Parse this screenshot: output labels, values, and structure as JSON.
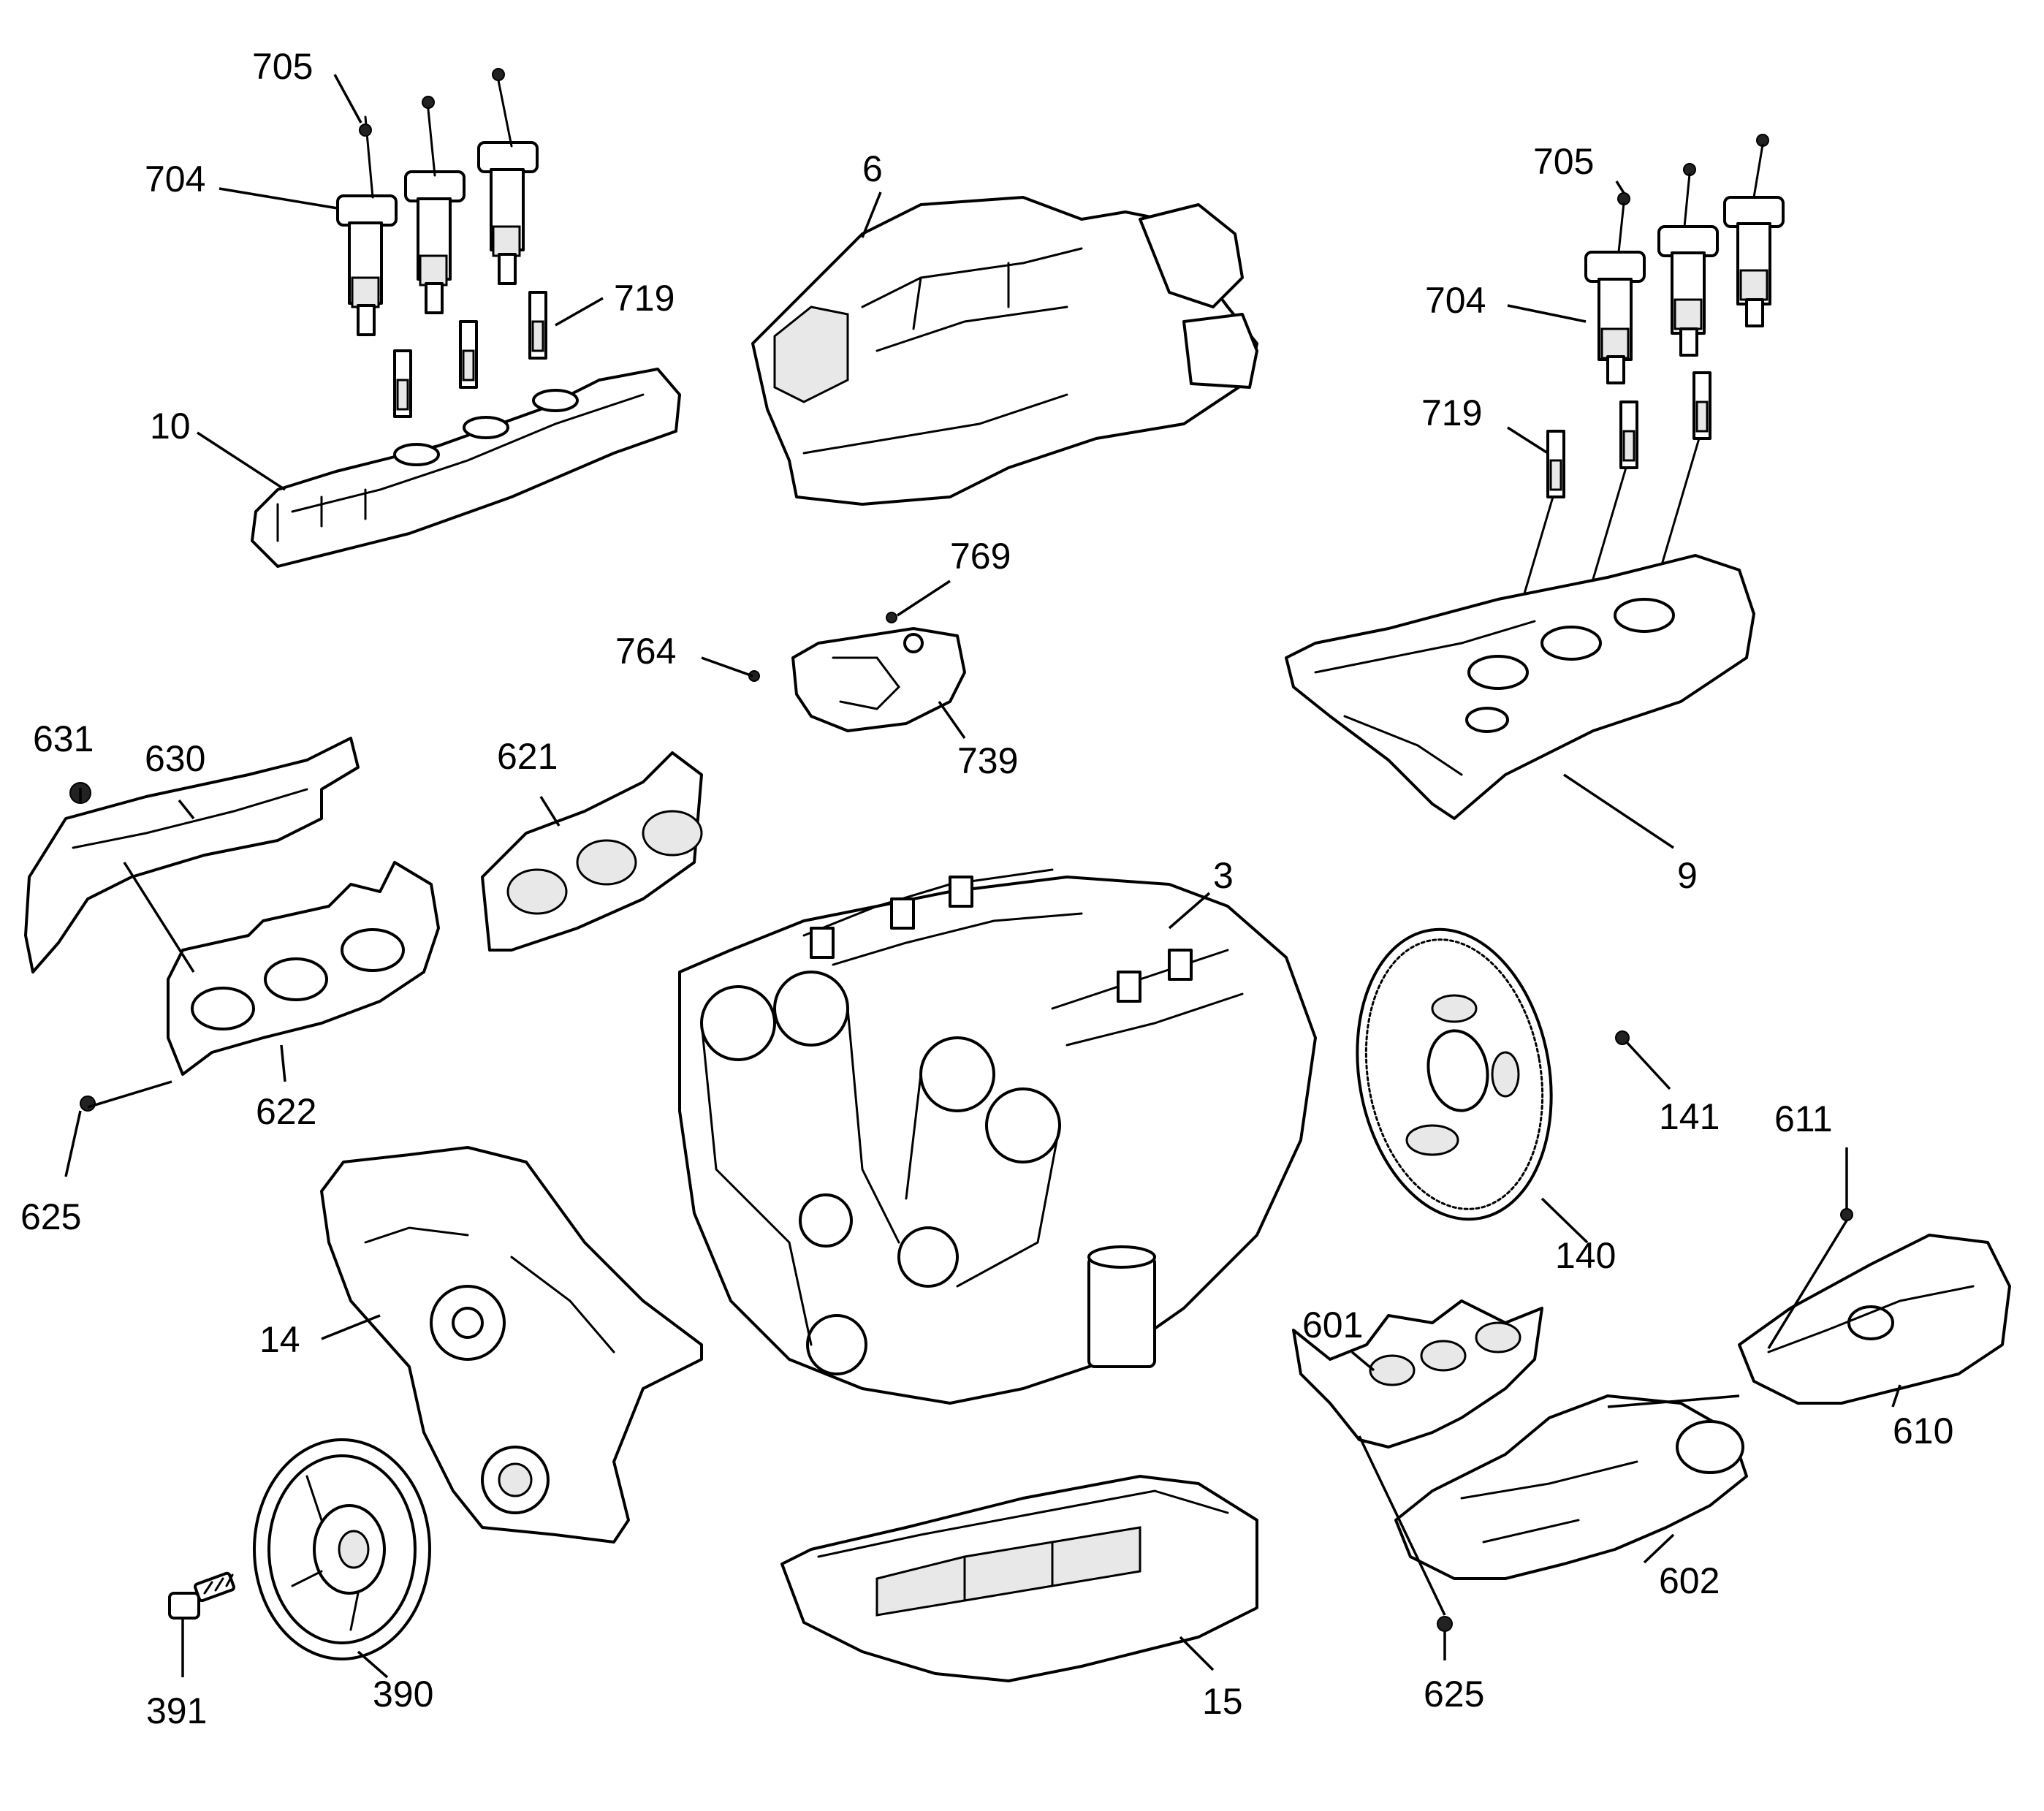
{
  "callouts": {
    "c705a": "705",
    "c704a": "704",
    "c719a": "719",
    "c10": "10",
    "c6": "6",
    "c705b": "705",
    "c704b": "704",
    "c719b": "719",
    "c9": "9",
    "c769": "769",
    "c764": "764",
    "c739": "739",
    "c631": "631",
    "c630": "630",
    "c621": "621",
    "c622": "622",
    "c625a": "625",
    "c3": "3",
    "c141": "141",
    "c140": "140",
    "c611": "611",
    "c14": "14",
    "c601": "601",
    "c610": "610",
    "c602": "602",
    "c391": "391",
    "c390": "390",
    "c15": "15",
    "c625b": "625"
  }
}
